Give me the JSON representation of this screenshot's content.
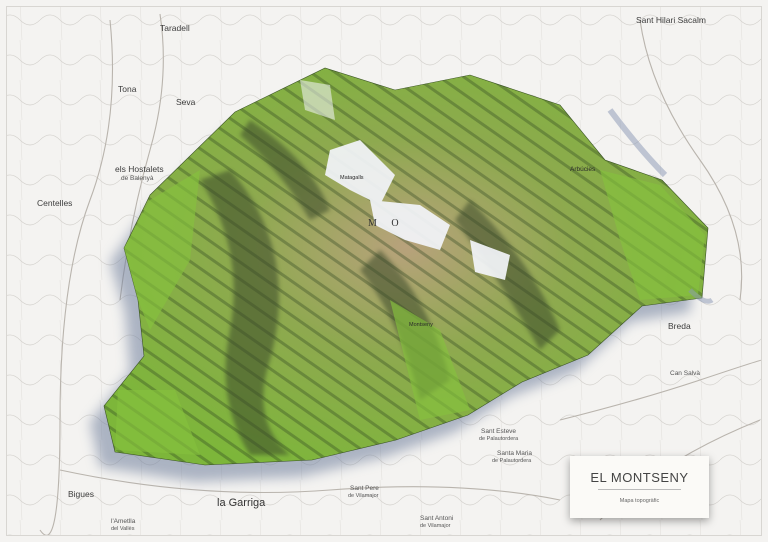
{
  "map": {
    "title": "EL MONTSENY",
    "subtitle": "Mapa topogràfic",
    "range_label": "M O",
    "places": [
      {
        "id": "sant-hilari-sacalm",
        "label": "Sant Hilari Sacalm",
        "size": "med"
      },
      {
        "id": "taradell",
        "label": "Taradell",
        "size": "med"
      },
      {
        "id": "tona",
        "label": "Tona",
        "size": "med"
      },
      {
        "id": "seva",
        "label": "Seva",
        "size": "med"
      },
      {
        "id": "els-hostalets",
        "label": "els Hostalets",
        "size": "med"
      },
      {
        "id": "de-balenya",
        "label": "de Balenyà",
        "size": "small"
      },
      {
        "id": "centelles",
        "label": "Centelles",
        "size": "med"
      },
      {
        "id": "arbucies",
        "label": "Arbúcies",
        "size": "small"
      },
      {
        "id": "breda",
        "label": "Breda",
        "size": "med"
      },
      {
        "id": "can-salva",
        "label": "Can Salvà",
        "size": "small"
      },
      {
        "id": "sant-esteve",
        "label": "Sant Esteve",
        "size": "small"
      },
      {
        "id": "de-palautordera",
        "label": "de Palautordera",
        "size": "tiny"
      },
      {
        "id": "santa-maria",
        "label": "Santa Maria",
        "size": "small"
      },
      {
        "id": "de-palautordera-2",
        "label": "de Palautordera",
        "size": "tiny"
      },
      {
        "id": "bigues",
        "label": "Bigues",
        "size": "med"
      },
      {
        "id": "la-garriga",
        "label": "la Garriga",
        "size": "big"
      },
      {
        "id": "sant-pere",
        "label": "Sant Pere",
        "size": "small"
      },
      {
        "id": "de-vilamajor",
        "label": "de Vilamajor",
        "size": "tiny"
      },
      {
        "id": "sant-antoni",
        "label": "Sant Antoni",
        "size": "small"
      },
      {
        "id": "de-vilamajor-2",
        "label": "de Vilamajor",
        "size": "tiny"
      },
      {
        "id": "lametlla",
        "label": "l'Ametlla",
        "size": "small"
      },
      {
        "id": "del-valles",
        "label": "del Vallès",
        "size": "tiny"
      },
      {
        "id": "montseny",
        "label": "Montseny",
        "size": "tiny"
      },
      {
        "id": "matagalls",
        "label": "Matagalls",
        "size": "tiny"
      }
    ],
    "colors": {
      "paper": "#f4f3f1",
      "relief_green": "#7fb83a",
      "relief_dark": "#3f5a2a",
      "relief_tan": "#c9b892",
      "snow": "#f4f6fa",
      "shadow": "#7d8ca6"
    }
  }
}
